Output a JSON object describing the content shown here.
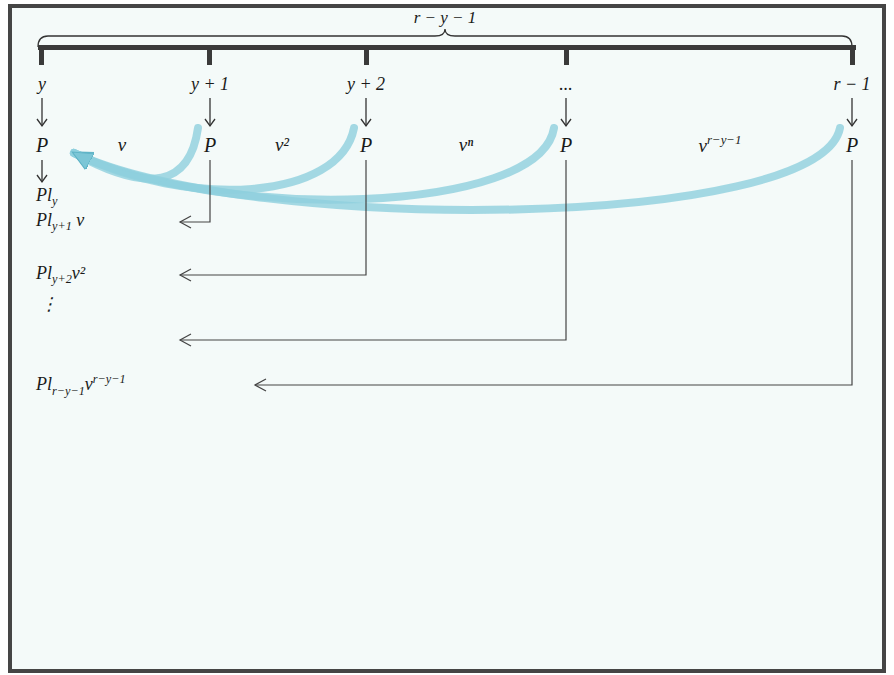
{
  "diagram": {
    "labels": [
      "r − y − 1",
      "y",
      "y + 1",
      "y + 2",
      "...",
      "r − 1",
      "P",
      "v",
      "P",
      "v²",
      "P",
      "vⁿ",
      "P",
      "vr−y−1",
      "P",
      "Ply",
      "Ply+1 v",
      "Ply+2v²",
      "⋮",
      "Plr−y−1vr−y−1"
    ]
  }
}
